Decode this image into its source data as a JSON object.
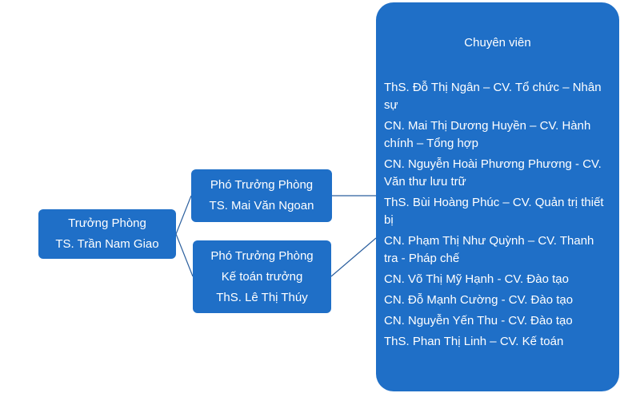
{
  "head": {
    "title": "Trưởng Phòng",
    "name": "TS. Trần Nam Giao"
  },
  "deputies": [
    {
      "title": "Phó Trưởng Phòng",
      "name": "TS. Mai Văn Ngoan"
    },
    {
      "title": "Phó Trưởng Phòng",
      "role": "Kế toán trưởng",
      "name": "ThS. Lê Thị Thúy"
    }
  ],
  "specialists": {
    "title": "Chuyên viên",
    "members": [
      "ThS. Đỗ Thị Ngân – CV. Tổ chức – Nhân sự",
      "CN. Mai Thị Dương Huyền – CV. Hành chính – Tổng hợp",
      "CN. Nguyễn Hoài Phương Phương - CV. Văn thư lưu trữ",
      "ThS. Bùi Hoàng Phúc – CV. Quản trị thiết bị",
      "CN. Phạm Thị Như Quỳnh – CV. Thanh tra - Pháp chế",
      "CN. Võ Thị Mỹ Hạnh - CV. Đào tạo",
      "CN. Đỗ Mạnh Cường - CV. Đào tạo",
      "CN. Nguyễn Yến Thu - CV. Đào tạo",
      "ThS. Phan Thị Linh – CV. Kế toán"
    ]
  },
  "colors": {
    "box": "#1f6fc7",
    "text": "#ffffff",
    "connector": "#2b5f9e"
  }
}
